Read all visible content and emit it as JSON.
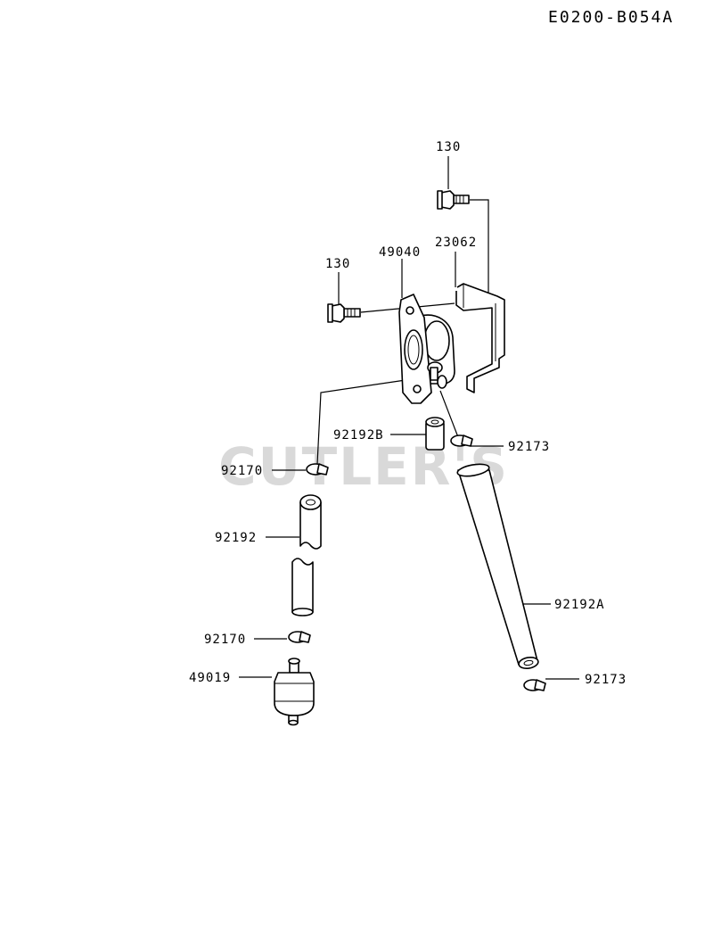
{
  "diagram_code": "E0200-B054A",
  "watermark": "CUTLER'S",
  "labels": {
    "bolt_top": "130",
    "bolt_left": "130",
    "pump": "49040",
    "bracket": "23062",
    "hose_short": "92192B",
    "clamp_right_top": "92173",
    "clamp_left_top": "92170",
    "hose_left": "92192",
    "clamp_left_bottom": "92170",
    "filter": "49019",
    "hose_long": "92192A",
    "clamp_right_bottom": "92173"
  },
  "colors": {
    "line": "#000000",
    "watermark": "#d9d9d9",
    "background": "#ffffff"
  }
}
